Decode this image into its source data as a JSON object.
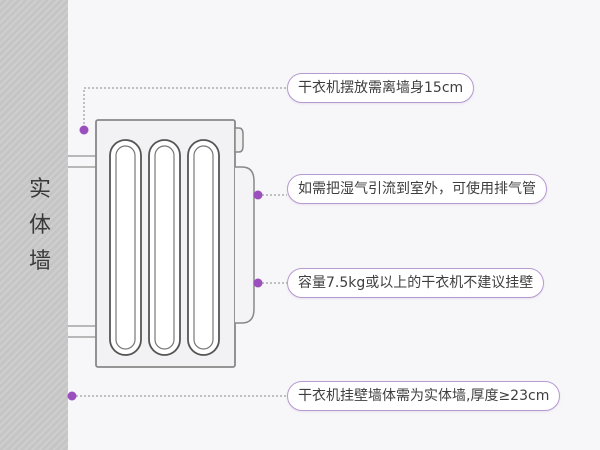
{
  "wall": {
    "label": "实体墙"
  },
  "callouts": [
    {
      "text": "干衣机摆放需离墙身15cm"
    },
    {
      "text": "如需把湿气引流到室外，可使用排气管"
    },
    {
      "text": "容量7.5kg或以上的干衣机不建议挂壁"
    },
    {
      "text": "干衣机挂壁墙体需为实体墙,厚度≥23cm"
    }
  ],
  "colors": {
    "accent": "#9b4fbf",
    "callout_border": "#b79ad0",
    "wall": "#c9c9c9",
    "line": "#888888"
  }
}
